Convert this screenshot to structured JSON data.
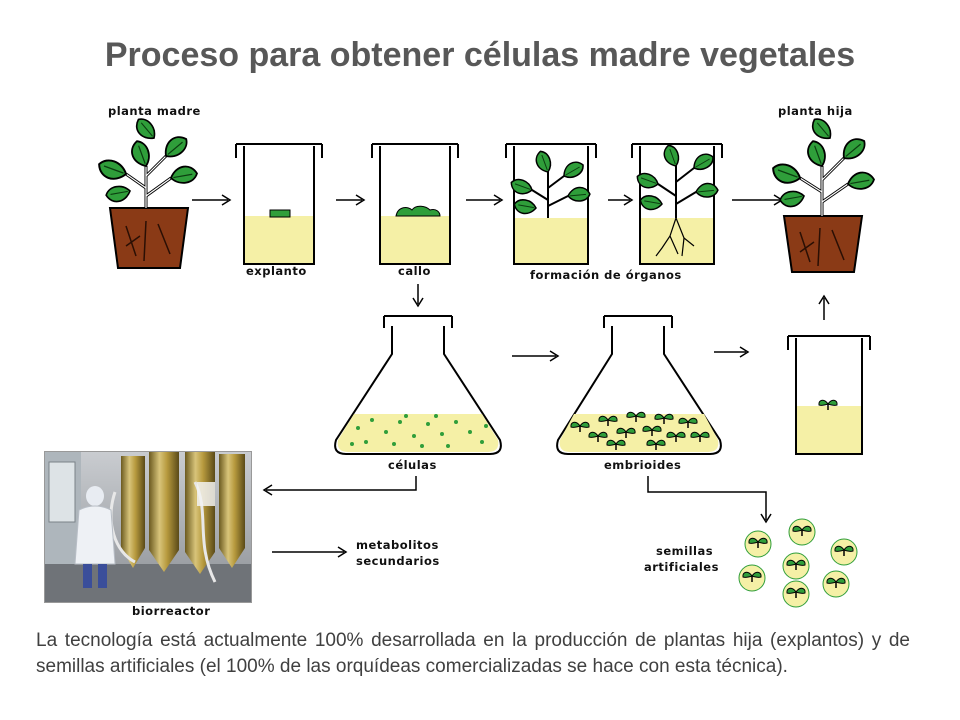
{
  "title": "Proceso para obtener células madre vegetales",
  "labels": {
    "planta_madre": "planta madre",
    "planta_hija": "planta hija",
    "explanto": "explanto",
    "callo": "callo",
    "formacion_organos": "formación de órganos",
    "celulas": "células",
    "embrioides": "embrioides",
    "biorreactor": "biorreactor",
    "metabolitos_1": "metabolitos",
    "metabolitos_2": "secundarios",
    "semillas_1": "semillas",
    "semillas_2": "artificiales"
  },
  "caption": "La tecnología está actualmente 100% desarrollada en la producción de plantas hija (explantos) y de semillas artificiales (el 100% de las orquídeas comercializadas se hace con esta técnica).",
  "colors": {
    "medium": "#f5f0a6",
    "leaf": "#2f9e3a",
    "pot": "#8a3a16",
    "title": "#585858",
    "caption": "#404040"
  }
}
